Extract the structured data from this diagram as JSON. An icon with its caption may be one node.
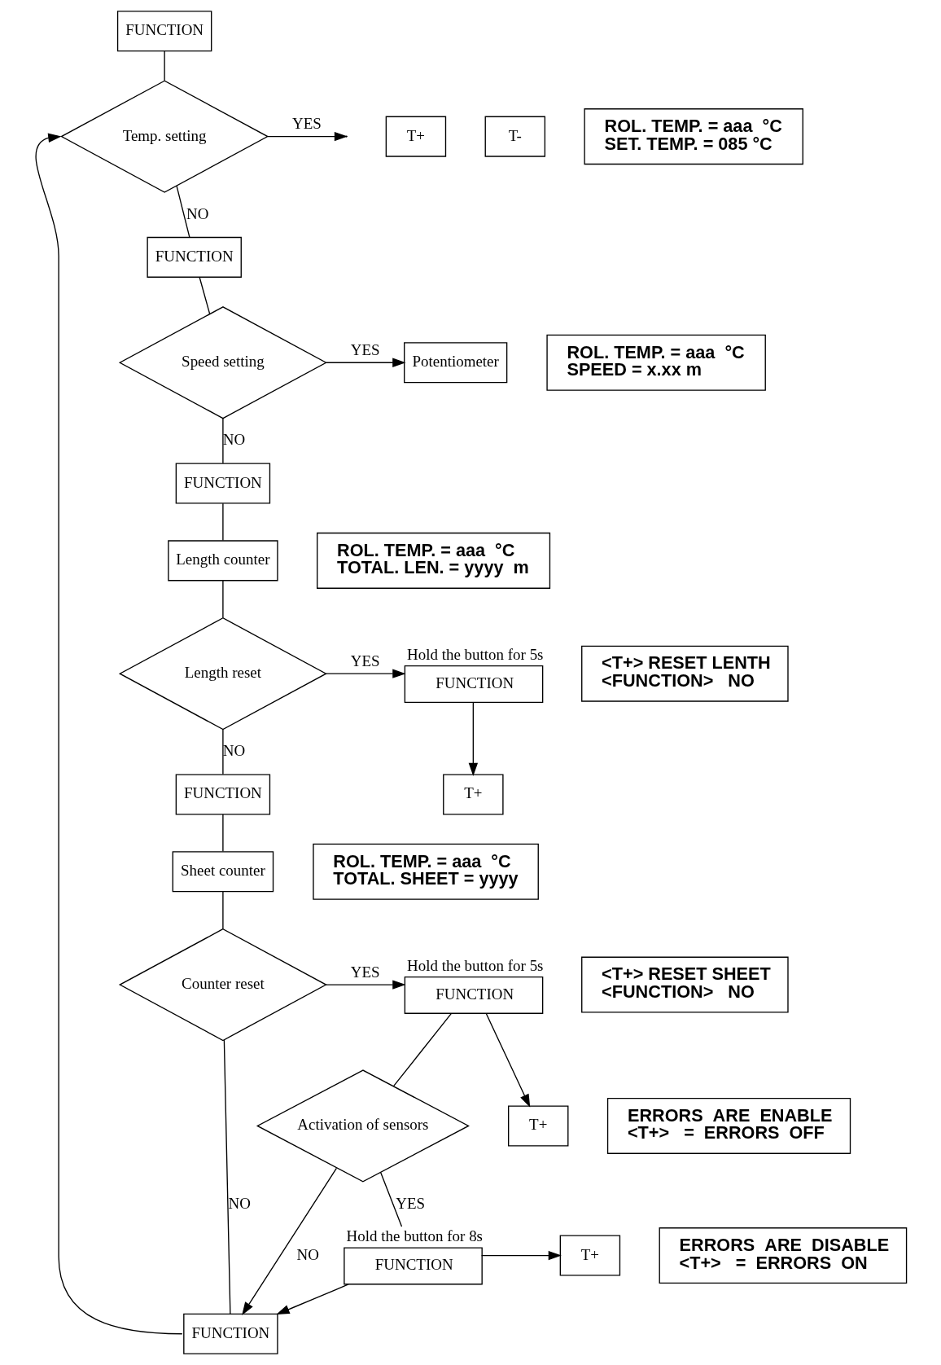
{
  "diagram": {
    "nodes": [
      {
        "text": [
          "FUNCTION"
        ]
      },
      {
        "text": [
          "Temp. setting"
        ]
      },
      {
        "text": [
          "T+"
        ]
      },
      {
        "text": [
          "T-"
        ]
      },
      {
        "text": [
          "ROL. TEMP. = aaa  °C",
          "SET. TEMP. = 085 °C"
        ]
      },
      {
        "text": [
          "FUNCTION"
        ]
      },
      {
        "text": [
          "Speed setting"
        ]
      },
      {
        "text": [
          "Potentiometer"
        ]
      },
      {
        "text": [
          "ROL. TEMP. = aaa  °C",
          "SPEED = x.xx m"
        ]
      },
      {
        "text": [
          "FUNCTION"
        ]
      },
      {
        "text": [
          "Length counter"
        ]
      },
      {
        "text": [
          "ROL. TEMP. = aaa  °C",
          "TOTAL. LEN. = yyyy  m"
        ]
      },
      {
        "text": [
          "Length reset"
        ]
      },
      {
        "text": [
          "FUNCTION"
        ],
        "beside": [
          "Hold the button for 5s"
        ]
      },
      {
        "text": [
          "T+"
        ]
      },
      {
        "text": [
          "<T+> RESET LENTH",
          "<FUNCTION>   NO"
        ]
      },
      {
        "text": [
          "FUNCTION"
        ]
      },
      {
        "text": [
          "Sheet counter"
        ]
      },
      {
        "text": [
          "ROL. TEMP. = aaa  °C",
          "TOTAL. SHEET = yyyy"
        ]
      },
      {
        "text": [
          "Counter reset"
        ]
      },
      {
        "text": [
          "FUNCTION"
        ],
        "beside": [
          "Hold the button for 5s"
        ]
      },
      {
        "text": [
          "T+"
        ]
      },
      {
        "text": [
          "<T+> RESET SHEET",
          "<FUNCTION>   NO"
        ]
      },
      {
        "text": [
          "Activation of sensors"
        ]
      },
      {
        "text": [
          "FUNCTION"
        ],
        "beside": [
          "Hold the button for 8s"
        ]
      },
      {
        "text": [
          "T+"
        ]
      },
      {
        "text": [
          "ERRORS  ARE  ENABLE",
          "<T+>   =  ERRORS  OFF"
        ]
      },
      {
        "text": [
          "ERRORS  ARE  DISABLE",
          "<T+>   =  ERRORS  ON"
        ]
      },
      {
        "text": [
          "FUNCTION"
        ]
      }
    ],
    "edges": [
      {
        "from": 0,
        "to": 1,
        "arrow": "none"
      },
      {
        "from": 1,
        "to": null,
        "arrow": "to",
        "label": "YES"
      },
      {
        "from": 1,
        "to": 5,
        "arrow": "none",
        "label": "NO"
      },
      {
        "from": 5,
        "to": 6,
        "arrow": "none"
      },
      {
        "from": 6,
        "to": 7,
        "arrow": "to",
        "label": "YES"
      },
      {
        "from": 6,
        "to": 9,
        "arrow": "none",
        "label": "NO"
      },
      {
        "from": 9,
        "to": 10,
        "arrow": "none"
      },
      {
        "from": 10,
        "to": 12,
        "arrow": "none"
      },
      {
        "from": 12,
        "to": 13,
        "arrow": "to",
        "label": "YES"
      },
      {
        "from": 13,
        "to": 14,
        "arrow": "to"
      },
      {
        "from": 12,
        "to": 16,
        "arrow": "none",
        "label": "NO"
      },
      {
        "from": 16,
        "to": 17,
        "arrow": "none"
      },
      {
        "from": 17,
        "to": 19,
        "arrow": "none"
      },
      {
        "from": 19,
        "to": 20,
        "arrow": "to",
        "label": "YES"
      },
      {
        "from": 20,
        "to": 21,
        "arrow": "to"
      },
      {
        "from": 20,
        "to": 23,
        "arrow": "none"
      },
      {
        "from": 19,
        "to": 28,
        "arrow": "none",
        "label": "NO"
      },
      {
        "from": 23,
        "to": 28,
        "arrow": "to",
        "label": "NO"
      },
      {
        "from": 23,
        "to": 24,
        "arrow": "none",
        "label": "YES"
      },
      {
        "from": 24,
        "to": 25,
        "arrow": "to"
      },
      {
        "from": 24,
        "to": 28,
        "arrow": "to"
      },
      {
        "from": 28,
        "to": 1,
        "arrow": "to"
      }
    ]
  }
}
